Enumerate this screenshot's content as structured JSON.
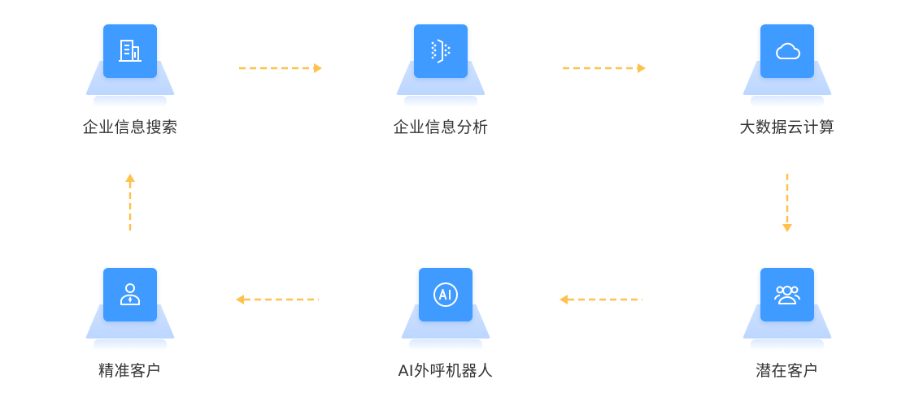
{
  "nodes": [
    {
      "label": "企业信息搜索",
      "icon": "building-icon"
    },
    {
      "label": "企业信息分析",
      "icon": "data-analysis-icon"
    },
    {
      "label": "大数据云计算",
      "icon": "cloud-icon"
    },
    {
      "label": "精准客户",
      "icon": "businessman-icon"
    },
    {
      "label": "AI外呼机器人",
      "icon": "ai-icon"
    },
    {
      "label": "潜在客户",
      "icon": "user-group-icon"
    }
  ],
  "colors": {
    "tile": "#3f9bff",
    "plate": "#cfe2ff",
    "arrow": "#ffc14d",
    "text": "#333333"
  }
}
